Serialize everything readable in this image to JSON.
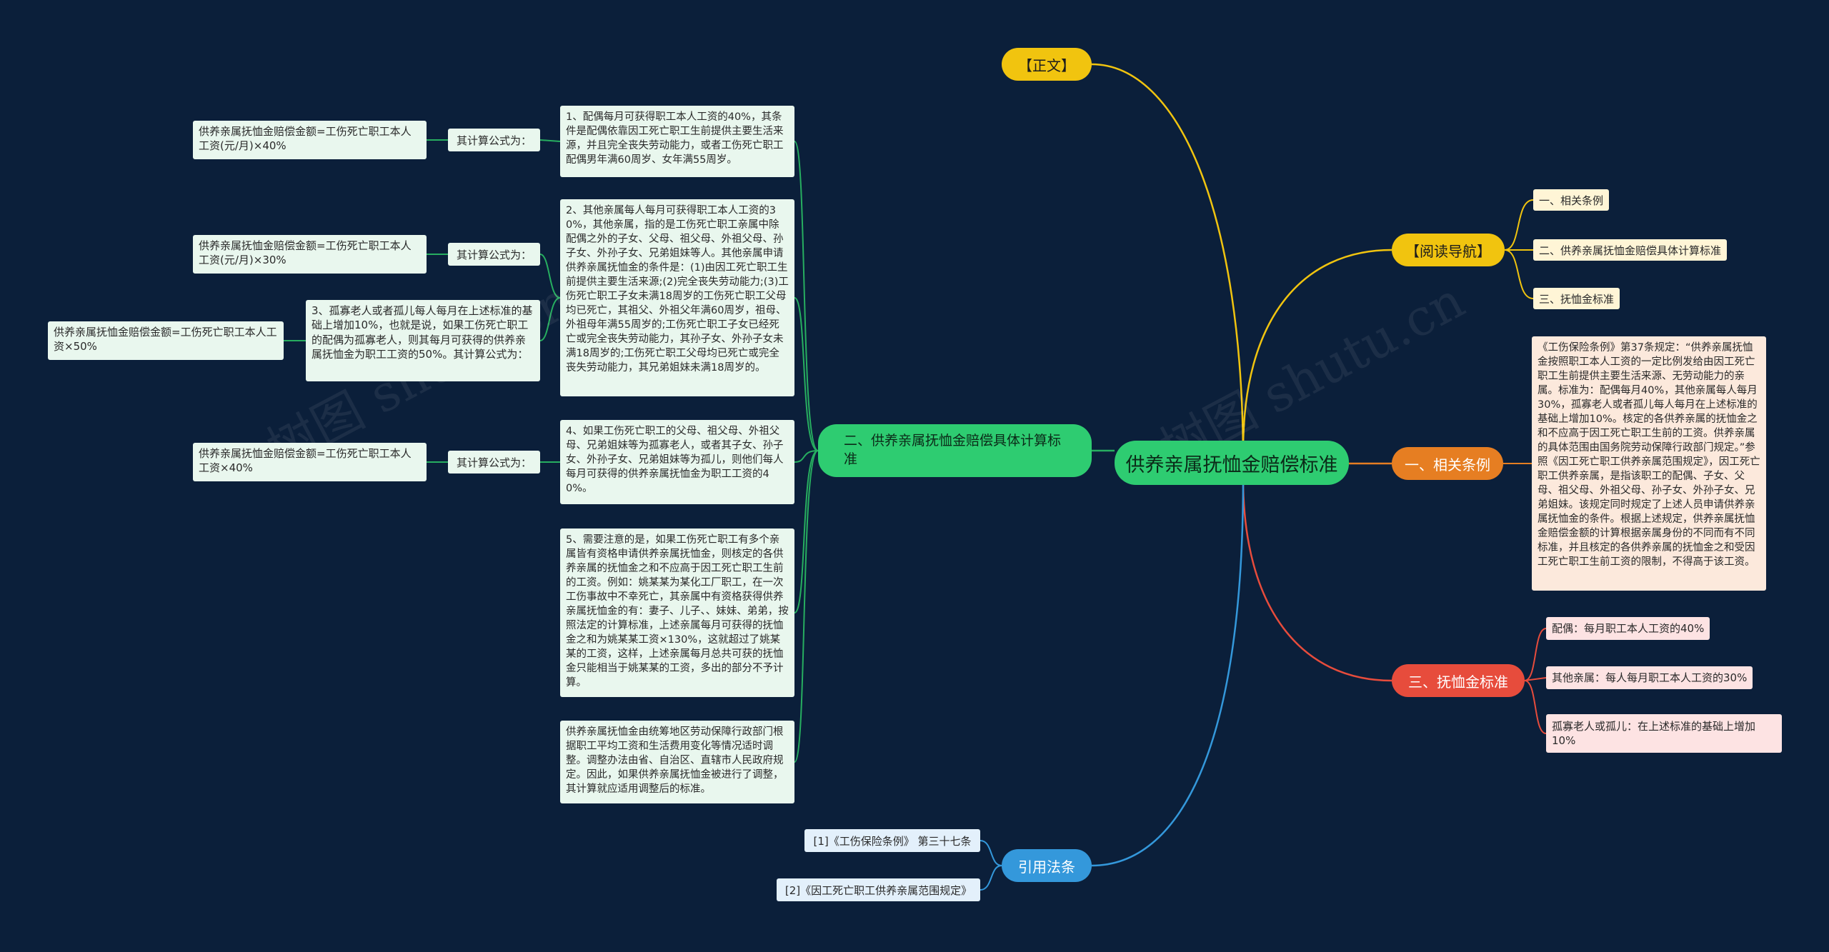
{
  "root": {
    "label": "供养亲属抚恤金赔偿标准"
  },
  "colors": {
    "background": "#0b1f3a",
    "green": "#2ecc71",
    "yellow": "#f1c40f",
    "orange": "#e67e22",
    "red": "#e74c3c",
    "blue": "#3498db",
    "green_line": "#27ae60"
  },
  "branches": {
    "zhengwen": {
      "label": "【正文】"
    },
    "nav": {
      "label": "【阅读导航】",
      "items": [
        "一、相关条例",
        "二、供养亲属抚恤金赔偿具体计算标准",
        "三、抚恤金标准"
      ]
    },
    "related": {
      "label": "一、相关条例",
      "text": "《工伤保险条例》第37条规定：“供养亲属抚恤金按照职工本人工资的一定比例发给由因工死亡职工生前提供主要生活来源、无劳动能力的亲属。标准为：配偶每月40%，其他亲属每人每月30%，孤寡老人或者孤儿每人每月在上述标准的基础上增加10%。核定的各供养亲属的抚恤金之和不应高于因工死亡职工生前的工资。供养亲属的具体范围由国务院劳动保障行政部门规定。”参照《因工死亡职工供养亲属范围规定》，因工死亡职工供养亲属，是指该职工的配偶、子女、父母、祖父母、外祖父母、孙子女、外孙子女、兄弟姐妹。该规定同时规定了上述人员申请供养亲属抚恤金的条件。根据上述规定，供养亲属抚恤金赔偿金额的计算根据亲属身份的不同而有不同标准，并且核定的各供养亲属的抚恤金之和受因工死亡职工生前工资的限制，不得高于该工资。"
    },
    "standard": {
      "label": "三、抚恤金标准",
      "items": [
        "配偶：每月职工本人工资的40%",
        "其他亲属：每人每月职工本人工资的30%",
        "孤寡老人或孤儿：在上述标准的基础上增加10%"
      ]
    },
    "laws": {
      "label": "引用法条",
      "items": [
        "[1]《工伤保险条例》 第三十七条",
        "[2]《因工死亡职工供养亲属范围规定》"
      ]
    },
    "calc": {
      "label": "二、供养亲属抚恤金赔偿具体计算标准",
      "items": [
        "1、配偶每月可获得职工本人工资的40%，其条件是配偶依靠因工死亡职工生前提供主要生活来源，并且完全丧失劳动能力，或者工伤死亡职工配偶男年满60周岁、女年满55周岁。",
        "2、其他亲属每人每月可获得职工本人工资的30%，其他亲属，指的是工伤死亡职工亲属中除配偶之外的子女、父母、祖父母、外祖父母、孙子女、外孙子女、兄弟姐妹等人。其他亲属申请供养亲属抚恤金的条件是：(1)由因工死亡职工生前提供主要生活来源;(2)完全丧失劳动能力;(3)工伤死亡职工子女未满18周岁的工伤死亡职工父母均已死亡，其祖父、外祖父年满60周岁，祖母、外祖母年满55周岁的;工伤死亡职工子女已经死亡或完全丧失劳动能力，其孙子女、外孙子女未满18周岁的;工伤死亡职工父母均已死亡或完全丧失劳动能力，其兄弟姐妹未满18周岁的。",
        "4、如果工伤死亡职工的父母、祖父母、外祖父母、兄弟姐妹等为孤寡老人，或者其子女、孙子女、外孙子女、兄弟姐妹等为孤儿，则他们每人每月可获得的供养亲属抚恤金为职工工资的40%。",
        "5、需要注意的是，如果工伤死亡职工有多个亲属皆有资格申请供养亲属抚恤金，则核定的各供养亲属的抚恤金之和不应高于因工死亡职工生前的工资。例如：姚某某为某化工厂职工，在一次工伤事故中不幸死亡，其亲属中有资格获得供养亲属抚恤金的有：妻子、儿子、、妹妹、弟弟，按照法定的计算标准，上述亲属每月可获得的抚恤金之和为姚某某工资×130%，这就超过了姚某某的工资，这样，上述亲属每月总共可获的抚恤金只能相当于姚某某的工资，多出的部分不予计算。",
        "供养亲属抚恤金由统筹地区劳动保障行政部门根据职工平均工资和生活费用变化等情况适时调整。调整办法由省、自治区、直辖市人民政府规定。因此，如果供养亲属抚恤金被进行了调整，其计算就应适用调整后的标准。"
      ],
      "item3": "3、孤寡老人或者孤儿每人每月在上述标准的基础上增加10%，也就是说，如果工伤死亡职工的配偶为孤寡老人，则其每月可获得的供养亲属抚恤金为职工工资的50%。其计算公式为：",
      "formula_label": "其计算公式为：",
      "formulas": [
        "供养亲属抚恤金赔偿金额=工伤死亡职工本人工资(元/月)×40%",
        "供养亲属抚恤金赔偿金额=工伤死亡职工本人工资(元/月)×30%",
        "供养亲属抚恤金赔偿金额=工伤死亡职工本人工资×50%",
        "供养亲属抚恤金赔偿金额=工伤死亡职工本人工资×40%"
      ]
    }
  }
}
